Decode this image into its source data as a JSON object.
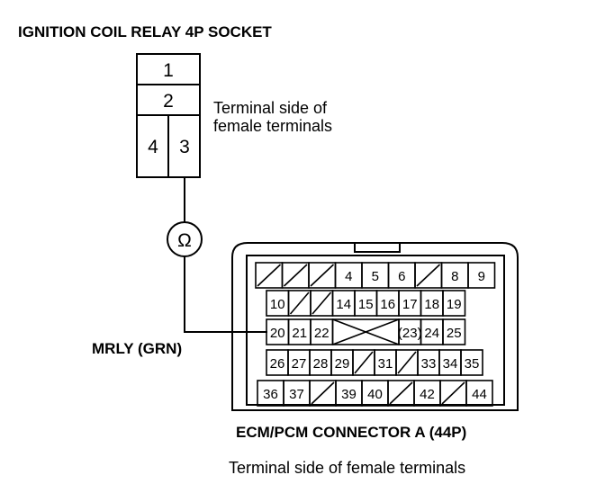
{
  "relay": {
    "title": "IGNITION COIL RELAY 4P SOCKET",
    "note_line1": "Terminal side of",
    "note_line2": "female terminals",
    "cells": [
      "1",
      "2",
      "4",
      "3"
    ]
  },
  "meter": {
    "symbol": "Ω",
    "wire_label": "MRLY (GRN)"
  },
  "connector": {
    "title": "ECM/PCM CONNECTOR A (44P)",
    "note": "Terminal side of female terminals",
    "rows": [
      [
        "",
        "",
        "",
        "4",
        "5",
        "6",
        "",
        "8",
        "9"
      ],
      [
        "10",
        "",
        "",
        "14",
        "15",
        "16",
        "17",
        "18",
        "19"
      ],
      [
        "20",
        "21",
        "22",
        "",
        "",
        "",
        "(23)",
        "24",
        "25"
      ],
      [
        "26",
        "27",
        "28",
        "29",
        "",
        "31",
        "",
        "33",
        "34",
        "35"
      ],
      [
        "36",
        "37",
        "",
        "39",
        "40",
        "",
        "42",
        "",
        "44"
      ]
    ]
  },
  "colors": {
    "ink": "#000000",
    "paper": "#ffffff"
  }
}
